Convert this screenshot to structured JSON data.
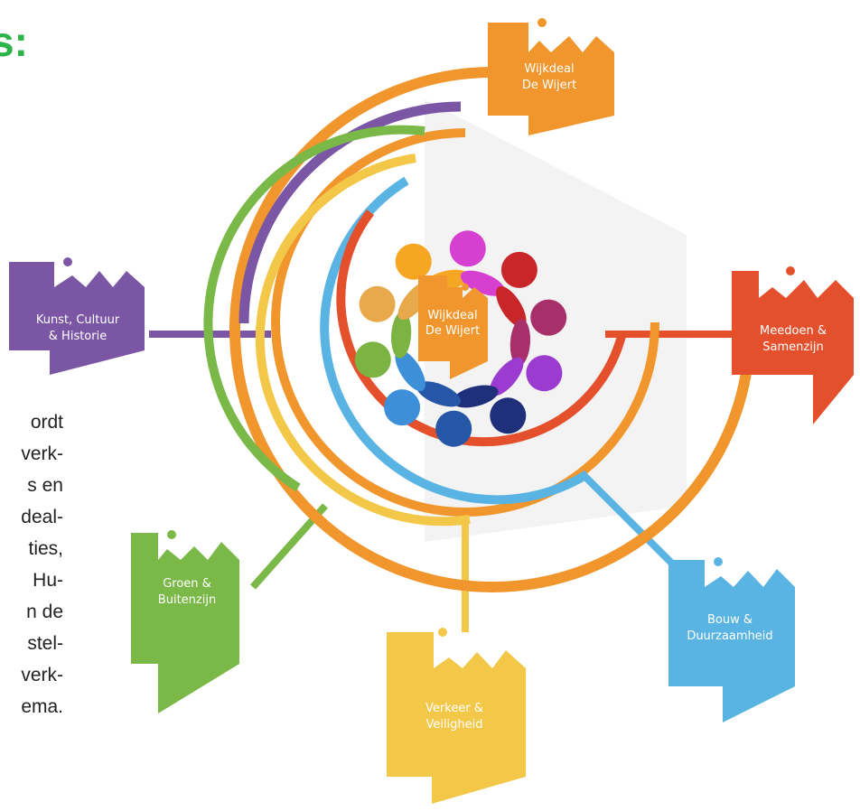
{
  "heading": "s:",
  "body_lines": [
    "ordt",
    "verk-",
    "s en",
    "deal-",
    "ties,",
    "Hu-",
    "n de",
    "stel-",
    "verk-",
    "ema."
  ],
  "center": {
    "label_line1": "Wijkdeal",
    "label_line2": "De Wijert"
  },
  "themes": {
    "top": {
      "line1": "Wijkdeal",
      "line2": "De Wijert",
      "color": "#f0962d"
    },
    "kunst": {
      "line1": "Kunst, Cultuur",
      "line2": "& Historie",
      "color": "#7b56a5"
    },
    "meedoen": {
      "line1": "Meedoen &",
      "line2": "Samenzijn",
      "color": "#e4502c"
    },
    "groen": {
      "line1": "Groen &",
      "line2": "Buitenzijn",
      "color": "#7ab848"
    },
    "verkeer": {
      "line1": "Verkeer &",
      "line2": "Veiligheid",
      "color": "#f3c849"
    },
    "bouw": {
      "line1": "Bouw &",
      "line2": "Duurzaamheid",
      "color": "#5ab4e3"
    }
  },
  "figure_colors": [
    "#f5a623",
    "#d63fd0",
    "#c9262a",
    "#a8306a",
    "#9b3bd0",
    "#1f2f7a",
    "#2557a6",
    "#3c8fd8",
    "#7cb342",
    "#e8a94c"
  ]
}
